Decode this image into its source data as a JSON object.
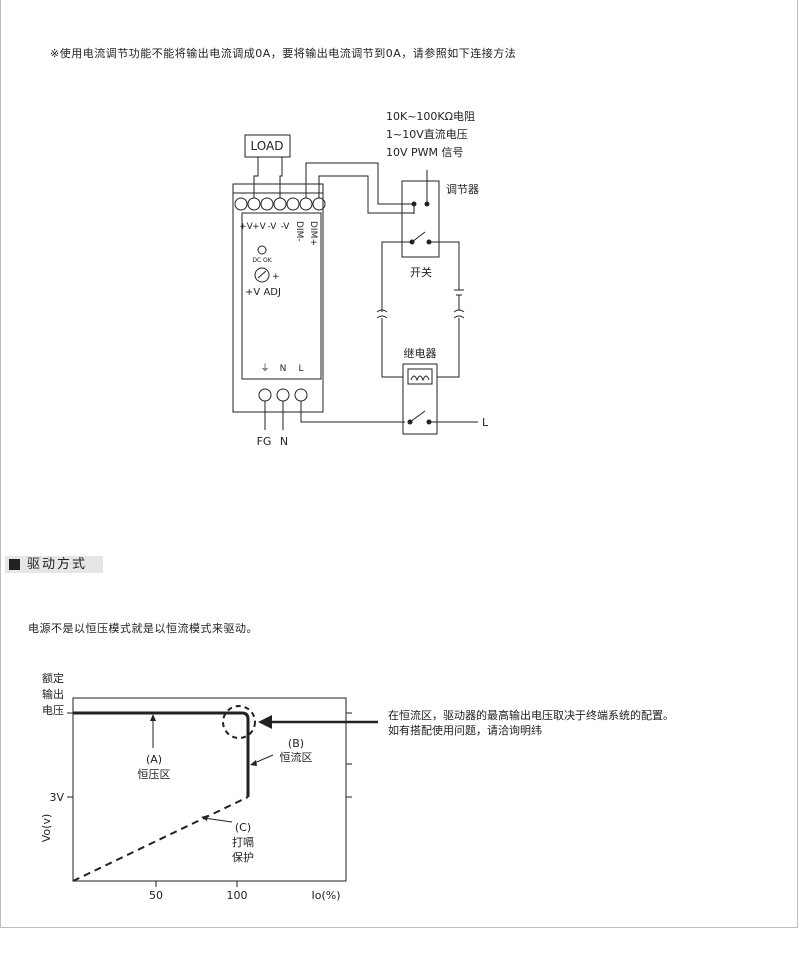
{
  "note": "※使用电流调节功能不能将输出电流调成0A，要将输出电流调节到0A，请参照如下连接方法",
  "wiring": {
    "load": "LOAD",
    "terminals": [
      "+V",
      "+V",
      "-V",
      "-V",
      "DIM-",
      "DIM+"
    ],
    "dc_ok": "DC OK",
    "vadj_plus": "+",
    "vadj": "+V ADJ",
    "bottom_terminals": [
      "⏚",
      "N",
      "L"
    ],
    "fg": "FG",
    "n": "N",
    "l_out": "L",
    "regulator_specs": [
      "10K~100KΩ电阻",
      "1~10V直流电压",
      "10V PWM 信号"
    ],
    "regulator": "调节器",
    "switch": "开关",
    "relay": "继电器"
  },
  "section": {
    "title": "驱动方式"
  },
  "description": "电源不是以恒压模式就是以恒流模式来驱动。",
  "curve": {
    "ylabel_top": [
      "额定",
      "输出",
      "电压"
    ],
    "ylabel": "Vo(v)",
    "y_tick": "3V",
    "x_ticks": [
      "50",
      "100"
    ],
    "xlabel": "Io(%)",
    "label_a": [
      "(A)",
      "恒压区"
    ],
    "label_b": [
      "(B)",
      "恒流区"
    ],
    "label_c": [
      "(C)",
      "打嗝",
      "保护"
    ],
    "annotation": [
      "在恒流区，驱动器的最高输出电压取决于终端系统的配置。",
      "如有搭配使用问题，请洽询明纬"
    ]
  }
}
